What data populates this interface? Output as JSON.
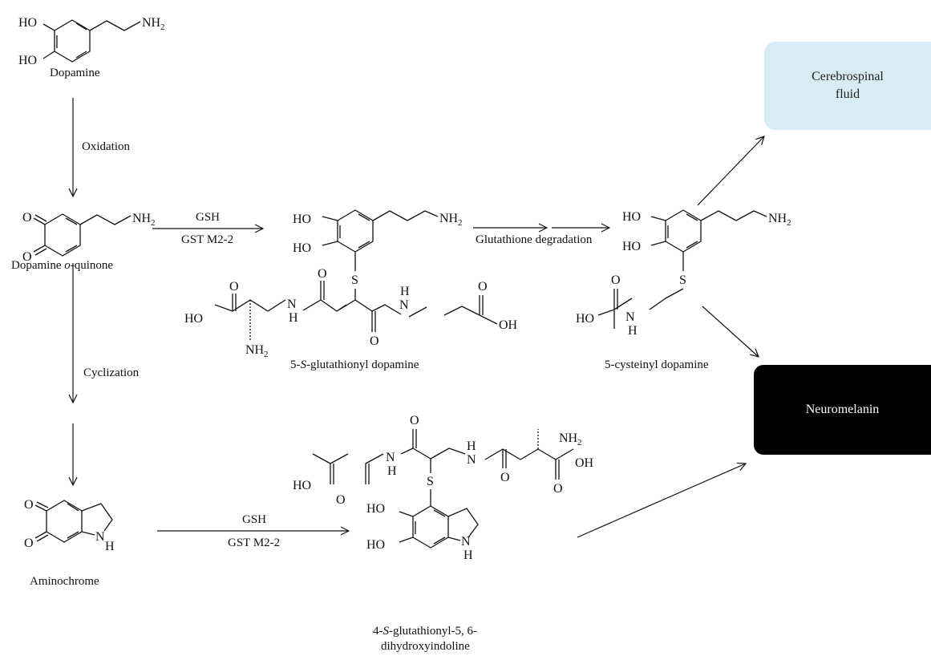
{
  "compounds": {
    "dopamine": "Dopamine",
    "dopamine_quinone_prefix": "Dopamine ",
    "dopamine_quinone_italic": "o",
    "dopamine_quinone_suffix": "-quinone",
    "aminochrome": "Aminochrome",
    "glutathionyl_dopamine_prefix": "5-",
    "glutathionyl_dopamine_italic": "S",
    "glutathionyl_dopamine_suffix": "-glutathionyl dopamine",
    "cysteinyl_dopamine": "5-cysteinyl dopamine",
    "indoline_line1_prefix": "4-",
    "indoline_line1_italic": "S",
    "indoline_line1_suffix": "-glutathionyl-5, 6-",
    "indoline_line2": "dihydroxyindoline"
  },
  "reactions": {
    "oxidation": "Oxidation",
    "cyclization": "Cyclization",
    "gsh_1": "GSH",
    "gst_1": "GST M2-2",
    "gsh_2": "GSH",
    "gst_2": "GST M2-2",
    "glutathione_degradation": "Glutathione degradation"
  },
  "destinations": {
    "csf_line1": "Cerebrospinal",
    "csf_line2": "fluid",
    "neuromelanin": "Neuromelanin"
  },
  "atoms": {
    "ho": "HO",
    "oh": "OH",
    "nh2": "NH",
    "sub2": "2",
    "o": "O",
    "n": "N",
    "h": "H",
    "s": "S"
  },
  "colors": {
    "csf_box": "#d7ecf4",
    "neuromelanin_box": "#000000",
    "neuromelanin_text": "#ffffff"
  }
}
